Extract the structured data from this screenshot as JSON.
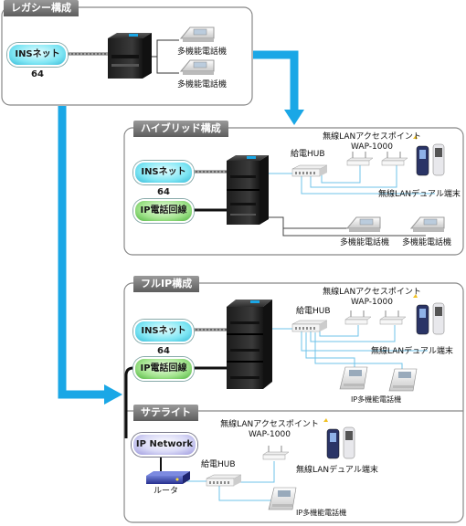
{
  "sections": {
    "legacy": "レガシー構成",
    "hybrid": "ハイブリッド構成",
    "fullip": "フルIP構成",
    "satellite": "サテライト"
  },
  "nodes": {
    "ins_legacy": "INSネット64",
    "ins_hybrid": "INSネット64",
    "ip_hybrid": "IP電話回線",
    "ins_fullip": "INSネット64",
    "ip_fullip": "IP電話回線",
    "ipnetwork": "IP Network"
  },
  "labels": {
    "legacy_phone1": "多機能電話機",
    "legacy_phone2": "多機能電話機",
    "hybrid_hub": "給電HUB",
    "hybrid_ap1": "無線LANアクセスポイント",
    "hybrid_ap2": "WAP-1000",
    "hybrid_mobile": "無線LANデュアル端末",
    "hybrid_phone1": "多機能電話機",
    "hybrid_phone2": "多機能電話機",
    "fullip_hub": "給電HUB",
    "fullip_ap1": "無線LANアクセスポイント",
    "fullip_ap2": "WAP-1000",
    "fullip_mobile": "無線LANデュアル端末",
    "fullip_ipphone": "IP多機能電話機",
    "sat_ap1": "無線LANアクセスポイント",
    "sat_ap2": "WAP-1000",
    "sat_mobile": "無線LANデュアル端末",
    "sat_hub": "給電HUB",
    "sat_router": "ルータ",
    "sat_ipphone": "IP多機能電話機"
  },
  "colors": {
    "arrow": "#1aa7e6",
    "lan_line": "#6fc3ea",
    "frame": "#8a8a8a",
    "pbx": "#2a2a2a"
  }
}
